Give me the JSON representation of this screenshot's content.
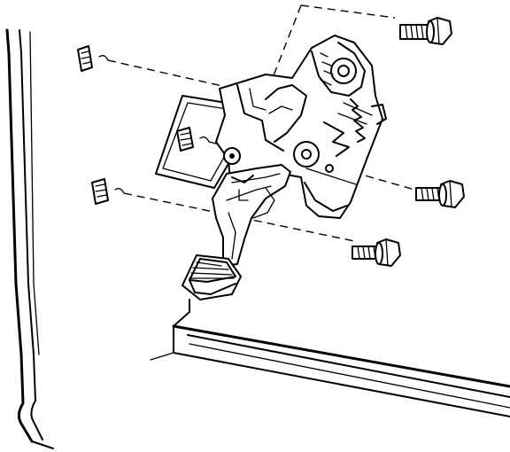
{
  "diagram": {
    "parts": [
      {
        "name": "parking-brake-pedal-assembly"
      },
      {
        "name": "mounting-bolt",
        "count": 3
      },
      {
        "name": "mounting-nut",
        "count": 3
      },
      {
        "name": "cowl-panel"
      },
      {
        "name": "floor-sill"
      }
    ],
    "colors": {
      "ink": "#000000",
      "background": "#ffffff"
    }
  }
}
